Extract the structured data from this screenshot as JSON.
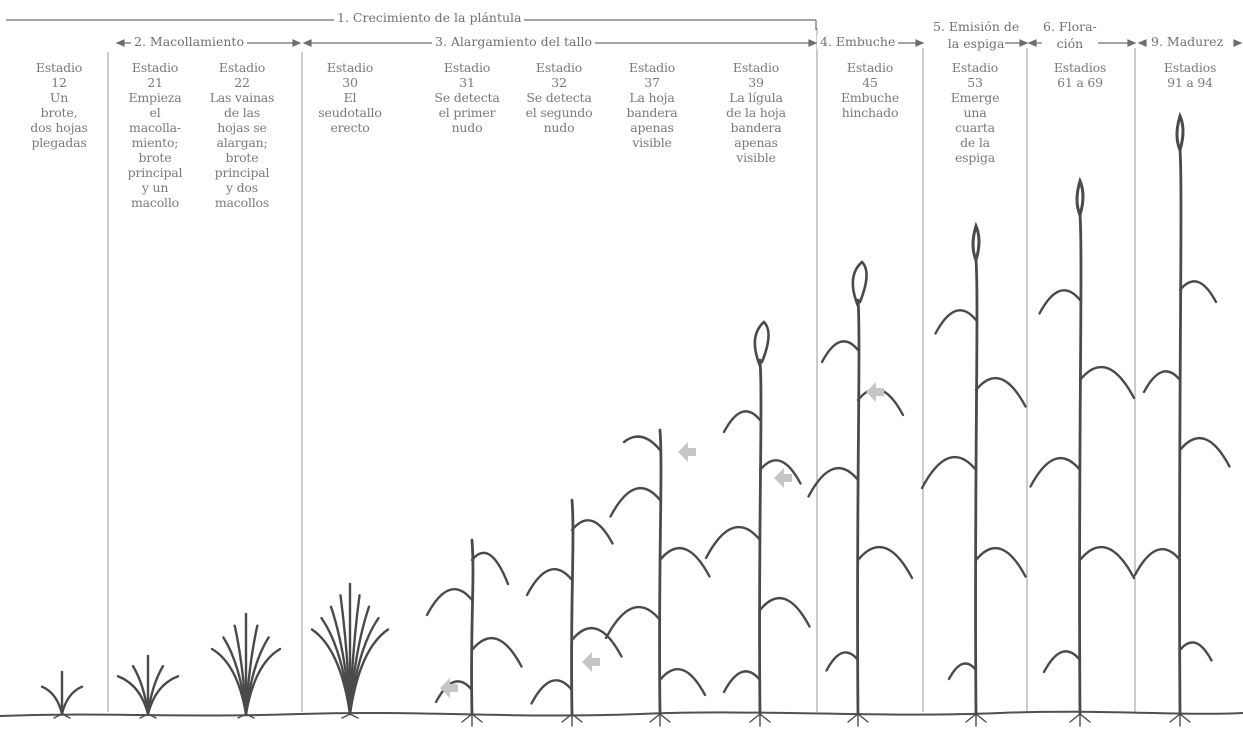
{
  "headers": {
    "phase1": "1. Crecimiento de la plántula",
    "phase2": "2. Macollamiento",
    "phase3": "3. Alargamiento del tallo",
    "phase4": "4. Embuche",
    "phase5": "5. Emisión de\nla espiga",
    "phase6": "6. Flora-\nción",
    "phase9": "9. Madurez"
  },
  "stages": [
    {
      "label": "Estadio\n12\nUn\nbrote,\ndos hojas\nplegadas"
    },
    {
      "label": "Estadio\n21\nEmpieza\nel\nmacolla-\nmiento;\nbrote\nprincipal\ny un\nmacollo"
    },
    {
      "label": "Estadio\n22\nLas vainas\nde las\nhojas se\nalargan;\nbrote\nprincipal\ny dos\nmacollos"
    },
    {
      "label": "Estadio\n30\nEl\nseudotallo\nerecto"
    },
    {
      "label": "Estadio\n31\nSe detecta\nel primer\nnudo"
    },
    {
      "label": "Estadio\n32\nSe detecta\nel segundo\nnudo"
    },
    {
      "label": "Estadio\n37\nLa hoja\nbandera\napenas\nvisible"
    },
    {
      "label": "Estadio\n39\nLa lígula\nde la hoja\nbandera\napenas\nvisible"
    },
    {
      "label": "Estadio\n45\nEmbuche\nhinchado"
    },
    {
      "label": "Estadio\n53\nEmerge\nuna\ncuarta\nde la\nespiga"
    },
    {
      "label": "Estadios\n61 a 69"
    },
    {
      "label": "Estadios\n91 a 94"
    }
  ],
  "colors": {
    "line": "#8a8a8a",
    "plant": "#4a4a4a",
    "arrow": "#c4c4c4",
    "text": "#7a7a7a"
  }
}
